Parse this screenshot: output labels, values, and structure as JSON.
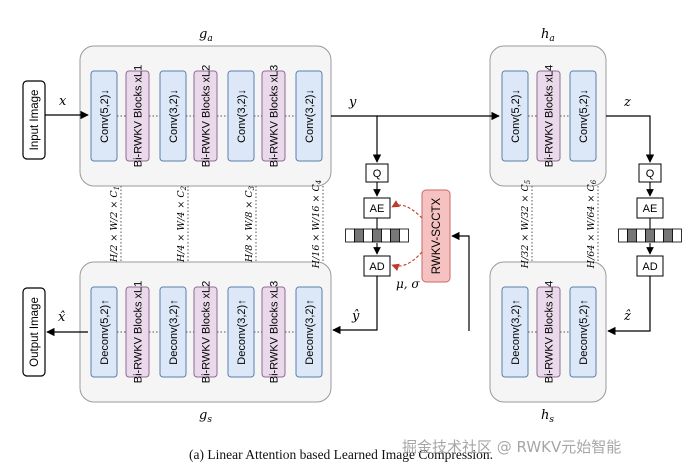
{
  "colors": {
    "conv_fill": "#dce8f7",
    "conv_stroke": "#5a7fb0",
    "rwkv_fill": "#ead9ea",
    "rwkv_stroke": "#8f6a93",
    "ctx_fill": "#f5c1c1",
    "ctx_stroke": "#c96a6a",
    "group_fill": "#f5f5f5",
    "group_stroke": "#9a9a9a",
    "arrow_red": "#c0392b"
  },
  "labels": {
    "g_a": "g",
    "g_a_sub": "a",
    "g_s": "g",
    "g_s_sub": "s",
    "h_a": "h",
    "h_a_sub": "a",
    "h_s": "h",
    "h_s_sub": "s",
    "x": "x",
    "x_hat": "x̂",
    "y": "y",
    "y_hat": "ŷ",
    "z": "z",
    "z_hat": "ẑ",
    "mu_sigma": "μ, σ"
  },
  "io": {
    "input_image": "Input Image",
    "output_image": "Output Image"
  },
  "ga_blocks": [
    "Conv(5,2)↓",
    "Bi-RWKV Blocks xL1",
    "Conv(3,2)↓",
    "Bi-RWKV Blocks xL2",
    "Conv(3,2)↓",
    "Bi-RWKV Blocks xL3",
    "Conv(3,2)↓"
  ],
  "gs_blocks": [
    "Deconv(5,2)↑",
    "Bi-RWKV Blocks xL1",
    "Deconv(3,2)↑",
    "Bi-RWKV Blocks xL2",
    "Deconv(3,2)↑",
    "Bi-RWKV Blocks xL3",
    "Deconv(3,2)↑"
  ],
  "ha_blocks": [
    "Conv(5,2)↓",
    "Bi-RWKV Blocks xL4",
    "Conv(5,2)↓"
  ],
  "hs_blocks": [
    "Deconv(3,2)↑",
    "Bi-RWKV Blocks xL4",
    "Deconv(5,2)↑"
  ],
  "coders": {
    "q1": "Q",
    "ae1": "AE",
    "ad1": "AD",
    "q2": "Q",
    "ae2": "AE",
    "ad2": "AD"
  },
  "context_model": "RWKV-SCCTX",
  "dims": [
    {
      "h": "H",
      "hd": "2",
      "w": "W",
      "wd": "2",
      "c": "C",
      "cs": "1"
    },
    {
      "h": "H",
      "hd": "4",
      "w": "W",
      "wd": "4",
      "c": "C",
      "cs": "2"
    },
    {
      "h": "H",
      "hd": "8",
      "w": "W",
      "wd": "8",
      "c": "C",
      "cs": "3"
    },
    {
      "h": "H",
      "hd": "16",
      "w": "W",
      "wd": "16",
      "c": "C",
      "cs": "4"
    },
    {
      "h": "H",
      "hd": "32",
      "w": "W",
      "wd": "32",
      "c": "C",
      "cs": "5"
    },
    {
      "h": "H",
      "hd": "64",
      "w": "W",
      "wd": "64",
      "c": "C",
      "cs": "6"
    }
  ],
  "caption": "(a) Linear Attention based Learned Image Compression.",
  "watermark": "掘金技术社区 @ RWKV元始智能"
}
